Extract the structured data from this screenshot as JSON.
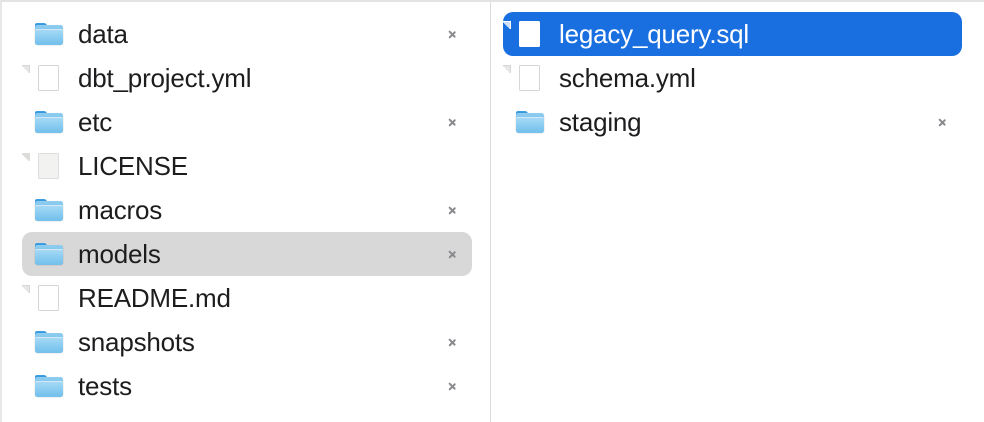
{
  "window": {
    "view_mode": "column-view",
    "accent_color": "#1a6fe0",
    "inactive_selection_color": "#d8d8d8",
    "text_color": "#1d1d1f",
    "divider_color": "#dcdcdc",
    "background_color": "#ffffff"
  },
  "columns": [
    {
      "name": "parent-column",
      "items": [
        {
          "label": "data",
          "icon": "folder-icon",
          "kind": "folder",
          "has_chevron": true,
          "selected": false,
          "selection_state": "none"
        },
        {
          "label": "dbt_project.yml",
          "icon": "document-icon",
          "kind": "file",
          "has_chevron": false,
          "selected": false,
          "selection_state": "none"
        },
        {
          "label": "etc",
          "icon": "folder-icon",
          "kind": "folder",
          "has_chevron": true,
          "selected": false,
          "selection_state": "none"
        },
        {
          "label": "LICENSE",
          "icon": "plain-document-icon",
          "kind": "file",
          "has_chevron": false,
          "selected": false,
          "selection_state": "none"
        },
        {
          "label": "macros",
          "icon": "folder-icon",
          "kind": "folder",
          "has_chevron": true,
          "selected": false,
          "selection_state": "none"
        },
        {
          "label": "models",
          "icon": "folder-icon",
          "kind": "folder",
          "has_chevron": true,
          "selected": true,
          "selection_state": "inactive"
        },
        {
          "label": "README.md",
          "icon": "document-icon",
          "kind": "file",
          "has_chevron": false,
          "selected": false,
          "selection_state": "none"
        },
        {
          "label": "snapshots",
          "icon": "folder-icon",
          "kind": "folder",
          "has_chevron": true,
          "selected": false,
          "selection_state": "none"
        },
        {
          "label": "tests",
          "icon": "folder-icon",
          "kind": "folder",
          "has_chevron": true,
          "selected": false,
          "selection_state": "none"
        }
      ]
    },
    {
      "name": "child-column",
      "items": [
        {
          "label": "legacy_query.sql",
          "icon": "document-icon",
          "kind": "file",
          "has_chevron": false,
          "selected": true,
          "selection_state": "active"
        },
        {
          "label": "schema.yml",
          "icon": "document-icon",
          "kind": "file",
          "has_chevron": false,
          "selected": false,
          "selection_state": "none"
        },
        {
          "label": "staging",
          "icon": "folder-icon",
          "kind": "folder",
          "has_chevron": true,
          "selected": false,
          "selection_state": "none"
        }
      ]
    }
  ]
}
